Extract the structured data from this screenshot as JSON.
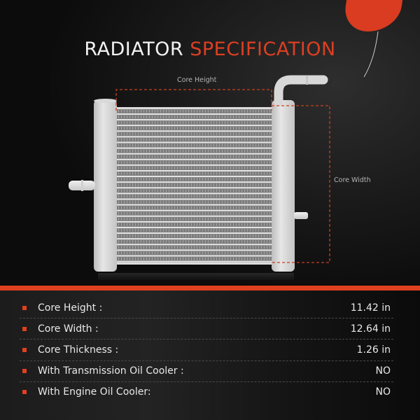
{
  "title": {
    "part1": "RADIATOR",
    "part2": "SPECIFICATION"
  },
  "diagram": {
    "core_height_label": "Core Height",
    "core_width_label": "Core Width"
  },
  "specs": [
    {
      "label": "Core Height :",
      "value": "11.42 in"
    },
    {
      "label": "Core Width :",
      "value": "12.64 in"
    },
    {
      "label": "Core Thickness :",
      "value": "1.26 in"
    },
    {
      "label": "With Transmission Oil Cooler :",
      "value": "NO"
    },
    {
      "label": "With Engine Oil Cooler:",
      "value": "NO"
    }
  ],
  "colors": {
    "accent": "#dc3f22",
    "background": "#111111",
    "text": "#e9e9e9"
  }
}
